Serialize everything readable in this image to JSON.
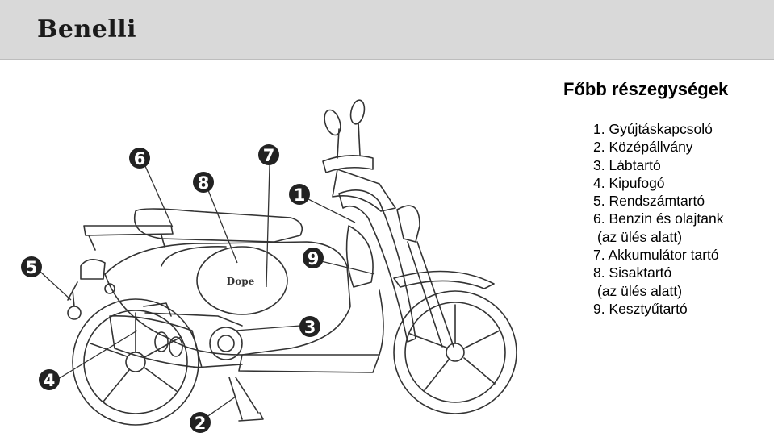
{
  "header": {
    "brand": "Benelli"
  },
  "title": "Főbb részegységek",
  "parts": [
    {
      "text": "1. Gyújtáskapcsoló"
    },
    {
      "text": "2. Középállvány"
    },
    {
      "text": "3. Lábtartó"
    },
    {
      "text": "4. Kipufogó"
    },
    {
      "text": "5. Rendszámtartó"
    },
    {
      "text": "6. Benzin és olajtank"
    },
    {
      "text": "(az ülés alatt)"
    },
    {
      "text": "7. Akkumulátor tartó"
    },
    {
      "text": "8. Sisaktartó"
    },
    {
      "text": "(az ülés alatt)"
    },
    {
      "text": "9. Kesztyűtartó"
    }
  ],
  "callouts": [
    "1",
    "2",
    "3",
    "4",
    "5",
    "6",
    "7",
    "8",
    "9"
  ],
  "panel_logo": "Dope",
  "colors": {
    "header_bg": "#d9d9d9",
    "badge": "#222222",
    "line": "#333333"
  }
}
